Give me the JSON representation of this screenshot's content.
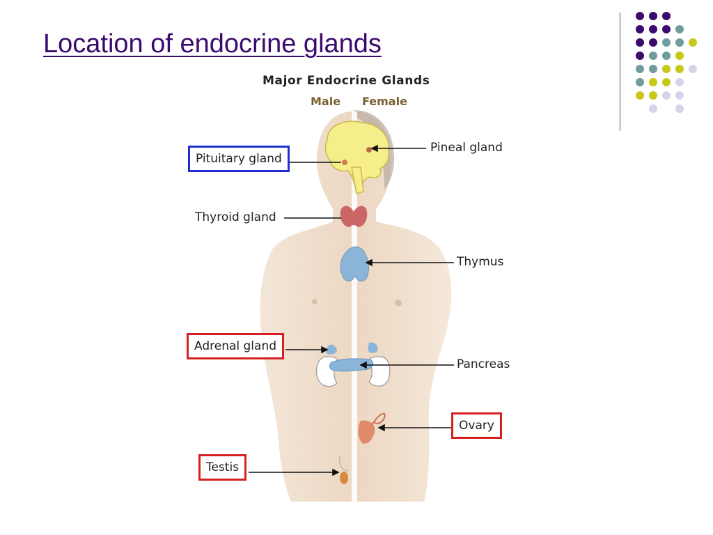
{
  "slide": {
    "title": "Location of endocrine glands"
  },
  "figure": {
    "title": "Major Endocrine Glands",
    "male_label": "Male",
    "female_label": "Female"
  },
  "labels": {
    "pituitary": "Pituitary gland",
    "thyroid": "Thyroid gland",
    "adrenal": "Adrenal gland",
    "testis": "Testis",
    "pineal": "Pineal gland",
    "thymus": "Thymus",
    "pancreas": "Pancreas",
    "ovary": "Ovary"
  },
  "colors": {
    "title": "#3b0a6e",
    "highlight_red": "#d42020",
    "highlight_blue": "#1f2fd0",
    "dot_purple": "#3b0a6e",
    "dot_teal": "#6f9c9c",
    "dot_yellow": "#c8c818",
    "dot_lavender": "#d6d4e8"
  }
}
